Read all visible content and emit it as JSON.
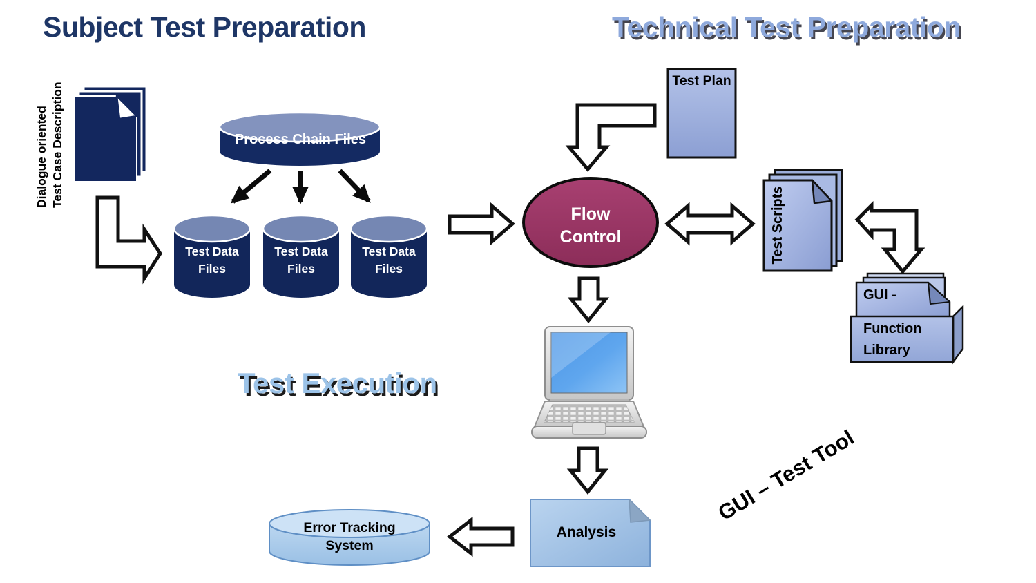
{
  "titles": {
    "subject": "Subject Test Preparation",
    "technical": "Technical Test Preparation",
    "execution": "Test Execution",
    "gui_test_tool": "GUI – Test Tool"
  },
  "nodes": {
    "test_case_description": {
      "line1": "Dialogue oriented",
      "line2": "Test Case Description"
    },
    "process_chain_files": {
      "label": "Process Chain Files"
    },
    "test_data_files": [
      {
        "line1": "Test Data",
        "line2": "Files"
      },
      {
        "line1": "Test Data",
        "line2": "Files"
      },
      {
        "line1": "Test Data",
        "line2": "Files"
      }
    ],
    "flow_control": {
      "line1": "Flow",
      "line2": "Control"
    },
    "test_plan": {
      "label": "Test Plan"
    },
    "test_scripts": {
      "label": "Test Scripts"
    },
    "gui_function_library": {
      "paper_label": "GUI -",
      "box_line1": "Function",
      "box_line2": "Library"
    },
    "analysis": {
      "label": "Analysis"
    },
    "error_tracking_system": {
      "line1": "Error Tracking",
      "line2": "System"
    }
  },
  "icons": {
    "documents": "document-stack-icon",
    "database": "database-cylinder-icon",
    "laptop": "laptop-icon",
    "box": "function-library-box-icon",
    "arrow": "block-arrow-icon"
  },
  "edges": [
    {
      "from": "test_case_description",
      "to": "test_data_files_1",
      "style": "elbow-outline-arrow"
    },
    {
      "from": "process_chain_files",
      "to": "test_data_files_1",
      "style": "solid-arrow"
    },
    {
      "from": "process_chain_files",
      "to": "test_data_files_2",
      "style": "solid-arrow"
    },
    {
      "from": "process_chain_files",
      "to": "test_data_files_3",
      "style": "solid-arrow"
    },
    {
      "from": "test_data_files_3",
      "to": "flow_control",
      "style": "outline-arrow"
    },
    {
      "from": "test_plan",
      "to": "flow_control",
      "style": "elbow-outline-arrow"
    },
    {
      "from": "flow_control",
      "to": "test_scripts",
      "style": "double-outline-arrow"
    },
    {
      "from": "test_scripts",
      "to": "gui_function_library",
      "style": "bent-double-outline-arrow"
    },
    {
      "from": "flow_control",
      "to": "laptop",
      "style": "outline-arrow"
    },
    {
      "from": "laptop",
      "to": "analysis",
      "style": "outline-arrow"
    },
    {
      "from": "analysis",
      "to": "error_tracking_system",
      "style": "outline-arrow"
    }
  ],
  "colors": {
    "navy": "#13275e",
    "cylinder_top": "#8292bd",
    "maroon": "#9c3a68",
    "periwinkle": "#a9bae4",
    "light_blue": "#aecbea",
    "title_navy": "#1e3666",
    "title_periwinkle": "#8ea9dc",
    "title_light_blue": "#9cc3e8",
    "screen_blue": "#5aa2ec"
  }
}
